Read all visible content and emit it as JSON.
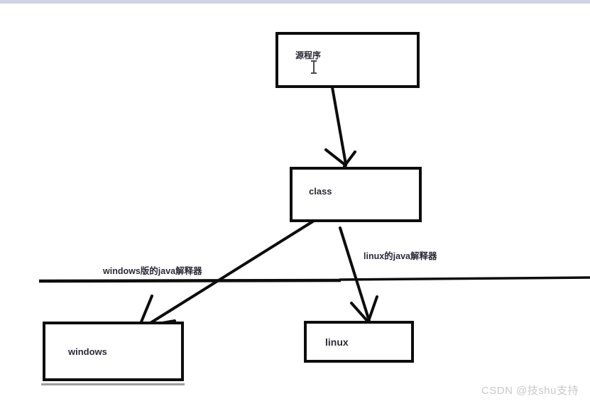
{
  "diagram": {
    "nodes": [
      {
        "id": "source",
        "label": "源程序"
      },
      {
        "id": "class",
        "label": "class"
      },
      {
        "id": "windows",
        "label": "windows"
      },
      {
        "id": "linux",
        "label": "linux"
      }
    ],
    "edges": [
      {
        "from": "source",
        "to": "class",
        "label": ""
      },
      {
        "from": "class",
        "to": "windows",
        "label": "windows版的java解释器"
      },
      {
        "from": "class",
        "to": "linux",
        "label": "linux的java解释器"
      }
    ],
    "labels": {
      "windows_interpreter": "windows版的java解释器",
      "linux_interpreter": "linux的java解释器"
    }
  },
  "icons": {
    "text_cursor_icon": "i-beam"
  },
  "watermark": {
    "text": "CSDN @技shu支持"
  },
  "colors": {
    "stroke": "#0d0d0d",
    "top_bar": "#d0d4e1",
    "node_text": "#2b2b38",
    "watermark": "#c8c8c8",
    "windows_shadow": "#9e9e9e"
  }
}
